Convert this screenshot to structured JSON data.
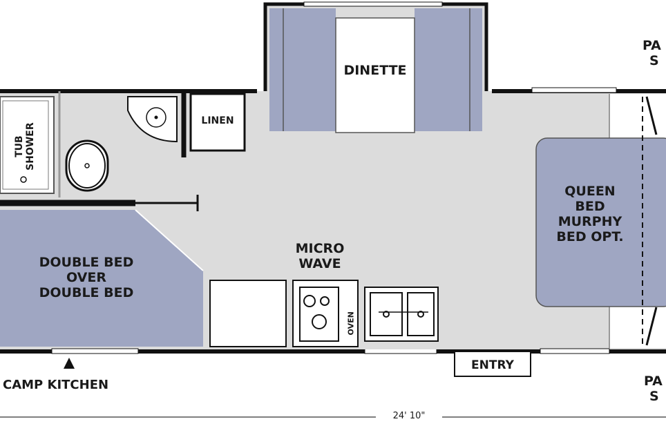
{
  "labels": {
    "dinette": "DINETTE",
    "tub_shower": [
      "TUB",
      "SHOWER"
    ],
    "linen": "LINEN",
    "double_bed": [
      "DOUBLE BED",
      "OVER",
      "DOUBLE BED"
    ],
    "queen_bed": [
      "QUEEN",
      "BED",
      "MURPHY",
      "BED OPT."
    ],
    "microwave": [
      "MICRO",
      "WAVE"
    ],
    "range": "OVEN",
    "pantry_right_top": [
      "PA",
      "S"
    ],
    "pantry_right_bottom": [
      "PA",
      "S"
    ],
    "entry": "ENTRY",
    "camp_kitchen": "CAMP KITCHEN",
    "dimension": "24' 10\""
  },
  "colors": {
    "floor": "#dcdcdc",
    "furniture": "#9fa6c2",
    "wall": "#111111",
    "white": "#ffffff"
  }
}
